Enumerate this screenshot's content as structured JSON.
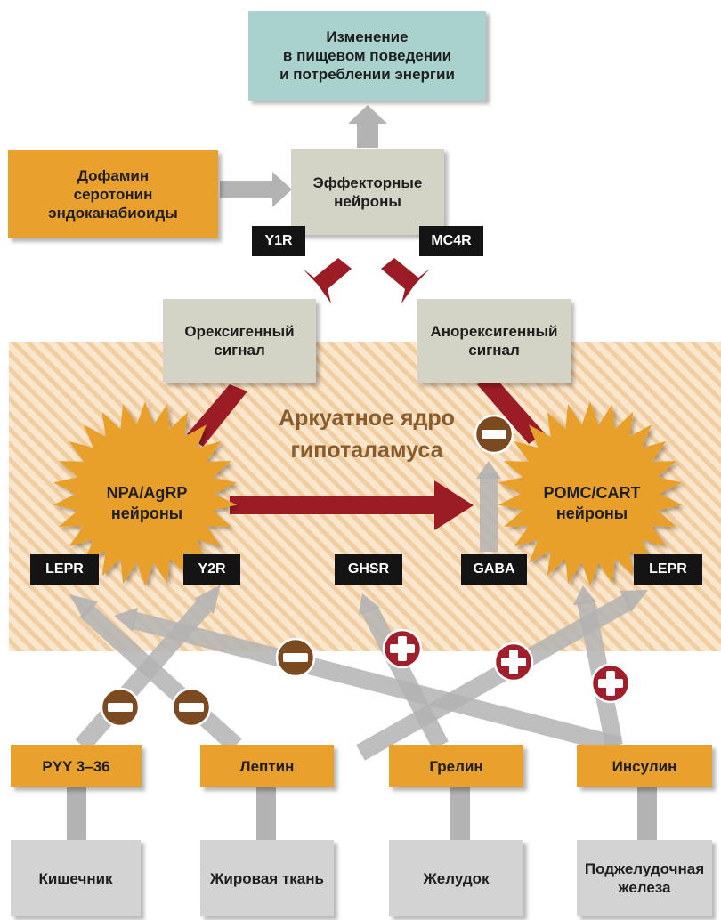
{
  "colors": {
    "teal": "#a9d2cd",
    "grey_box": "#d3d3c6",
    "orange": "#e9a02c",
    "input_box": "#d3d3d3",
    "tag_bg": "#141414",
    "region_bg": "#fae6cc",
    "region_stripe": "#f1cda2",
    "red_arrow": "#9b1c24",
    "grey_arrow": "#b3b3b3",
    "minus_badge": "#7c4a21",
    "plus_badge": "#a11e2b",
    "nucleus_text": "#8a5b2c"
  },
  "outcome": {
    "label": "Изменение\nв пищевом поведении\nи потреблении энергии"
  },
  "modulators": {
    "label": "Дофамин\nсеротонин\nэндоканабиоиды"
  },
  "effector": {
    "label": "Эффекторные\nнейроны"
  },
  "receptors": {
    "y1r": "Y1R",
    "mc4r": "MC4R",
    "lepr_left": "LEPR",
    "y2r": "Y2R",
    "ghsr": "GHSR",
    "gaba": "GABA",
    "lepr_right": "LEPR"
  },
  "signals": {
    "orexigenic": "Орексигенный\nсигнал",
    "anorexigenic": "Анорексигенный\nсигнал"
  },
  "nucleus": {
    "label": "Аркуатное ядро\nгипоталамуса"
  },
  "neurons": {
    "npy_agrp": "NPA/AgRP\nнейроны",
    "pomc_cart": "POMC/CART\nнейроны"
  },
  "hormones": {
    "pyy": "PYY 3–36",
    "leptin": "Лептин",
    "ghrelin": "Грелин",
    "insulin": "Инсулин"
  },
  "sources": {
    "intestine": "Кишечник",
    "adipose": "Жировая ткань",
    "stomach": "Желудок",
    "pancreas": "Поджелудочная\nжелеза"
  },
  "badges": {
    "minus": "minus-symbol",
    "plus": "plus-symbol"
  }
}
